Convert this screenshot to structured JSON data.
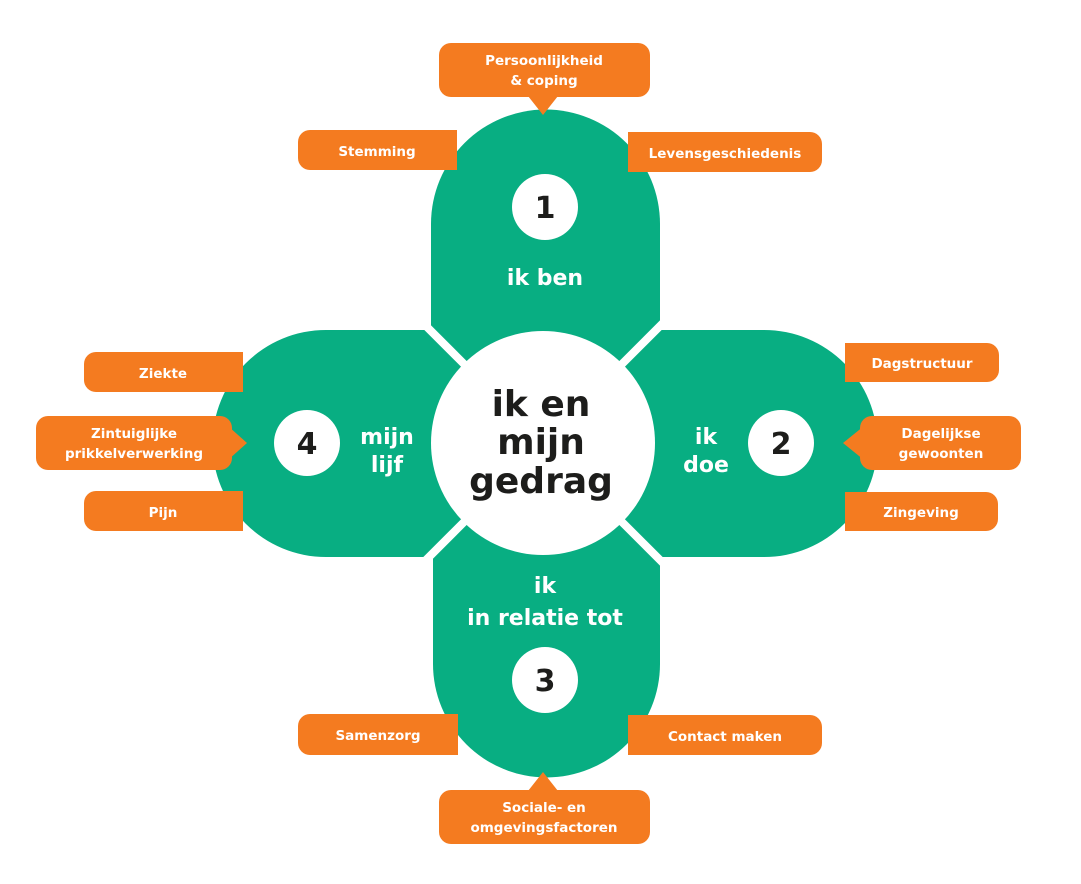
{
  "colors": {
    "green": "#08ae82",
    "orange": "#f47b20",
    "text_dark": "#1d1d1b",
    "white": "#ffffff"
  },
  "center": {
    "lines": [
      "ik en",
      "mijn",
      "gedrag"
    ]
  },
  "lobes": [
    {
      "number": "1",
      "lines": [
        "ik ben"
      ]
    },
    {
      "number": "2",
      "lines": [
        "ik",
        "doe"
      ]
    },
    {
      "number": "3",
      "lines": [
        "ik",
        "in relatie tot"
      ]
    },
    {
      "number": "4",
      "lines": [
        "mijn",
        "lijf"
      ]
    }
  ],
  "factors": {
    "persoonlijkheid": [
      "Persoonlijkheid",
      "& coping"
    ],
    "stemming": "Stemming",
    "levensgeschiedenis": "Levensgeschiedenis",
    "ziekte": "Ziekte",
    "zintuiglijke": [
      "Zintuiglijke",
      "prikkelverwerking"
    ],
    "pijn": "Pijn",
    "dagstructuur": "Dagstructuur",
    "dagelijkse": [
      "Dagelijkse",
      "gewoonten"
    ],
    "zingeving": "Zingeving",
    "samenzorg": "Samenzorg",
    "contact": "Contact maken",
    "sociale": [
      "Sociale- en",
      "omgevingsfactoren"
    ]
  }
}
